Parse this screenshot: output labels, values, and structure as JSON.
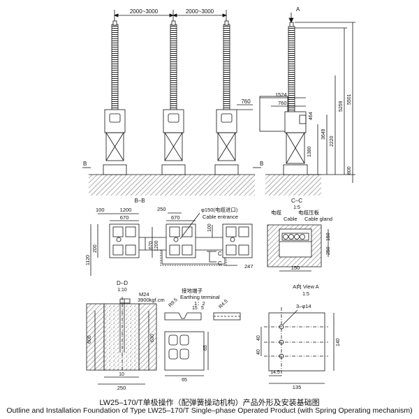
{
  "front_view": {
    "spacing_left": "2000~3000",
    "spacing_right": "2000~3000",
    "dim_760": "760",
    "section_mark": "B"
  },
  "side_view": {
    "view_arrow": "A",
    "dims": [
      "1524",
      "760",
      "464",
      "3649",
      "1380",
      "2220",
      "5259",
      "5501",
      "800"
    ]
  },
  "section_bb": {
    "title": "B–B",
    "dims": [
      "1200",
      "100",
      "250",
      "670",
      "670",
      "1200",
      "200",
      "1120",
      "247",
      "100"
    ],
    "hole_note_cn": "φ150(电缆进口)",
    "hole_note_en": "Cable entrance",
    "section_mark": "C"
  },
  "section_cc": {
    "title": "C–C",
    "scale": "1:5",
    "cable_cn": "电缆",
    "cable_en": "Cable",
    "gland_cn": "电缆压板",
    "gland_en": "Cable gland",
    "dims": [
      "150",
      "250",
      "150"
    ]
  },
  "section_dd": {
    "title": "D–D",
    "scale": "1:10",
    "bolt": "M24",
    "torque": "3900kgf.cm",
    "dims": [
      "600",
      "630",
      "10",
      "250"
    ]
  },
  "earthing": {
    "title_cn": "接地端子",
    "title_en": "Earthing terminal",
    "scale": "1：2",
    "dims": [
      "R9.5",
      "15",
      "5",
      "R4.5",
      "65",
      "65"
    ]
  },
  "view_a": {
    "title": "A向 View A",
    "scale": "1:5",
    "hole": "3–φ14",
    "dims": [
      "40",
      "40",
      "140",
      "14.5",
      "135"
    ]
  },
  "caption_cn": "LW25–170/T单极操作（配弹簧操动机构）产品外形及安装基础图",
  "caption_en": "Outline and Installation Foundation of Type LW25–170/T Single–phase Operated Product (with Spring Operating mechanism)"
}
